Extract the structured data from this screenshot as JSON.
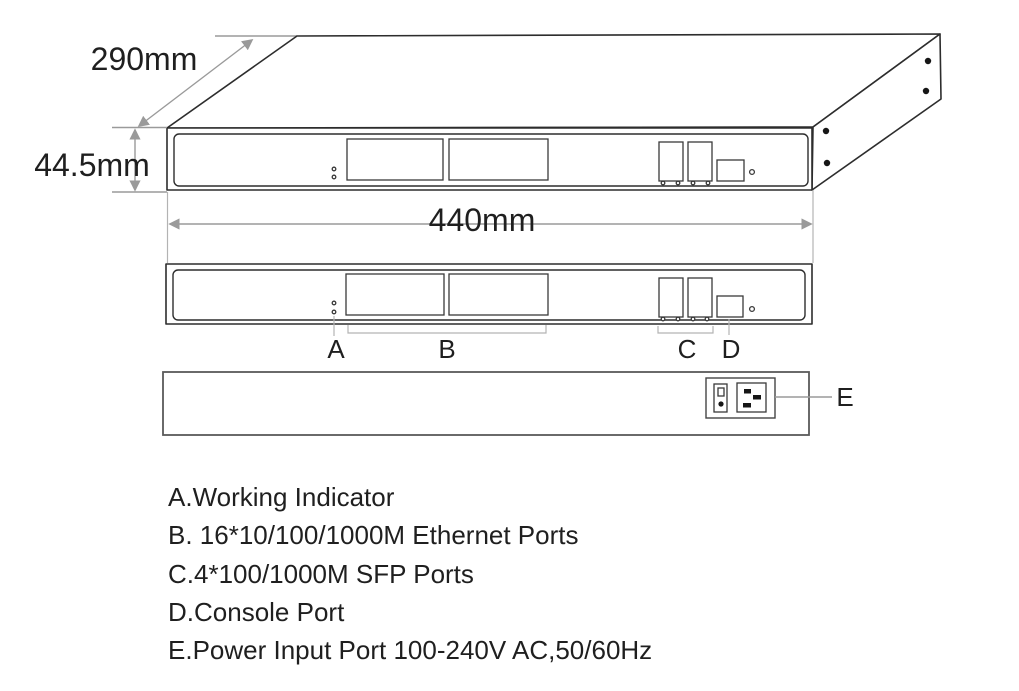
{
  "dimensions": {
    "depth": "290mm",
    "height": "44.5mm",
    "width": "440mm"
  },
  "callouts": {
    "a": "A",
    "b": "B",
    "c": "C",
    "d": "D",
    "e": "E"
  },
  "legend": [
    "A.Working Indicator",
    "B. 16*10/100/1000M Ethernet Ports",
    "C.4*100/1000M SFP Ports",
    "D.Console Port",
    "E.Power Input Port 100-240V AC,50/60Hz"
  ],
  "colors": {
    "outline": "#2d2d2d",
    "dimension_line": "#9a9a9a",
    "guide_line": "#b3b3b3",
    "text": "#1f1f1f",
    "background": "#ffffff"
  }
}
